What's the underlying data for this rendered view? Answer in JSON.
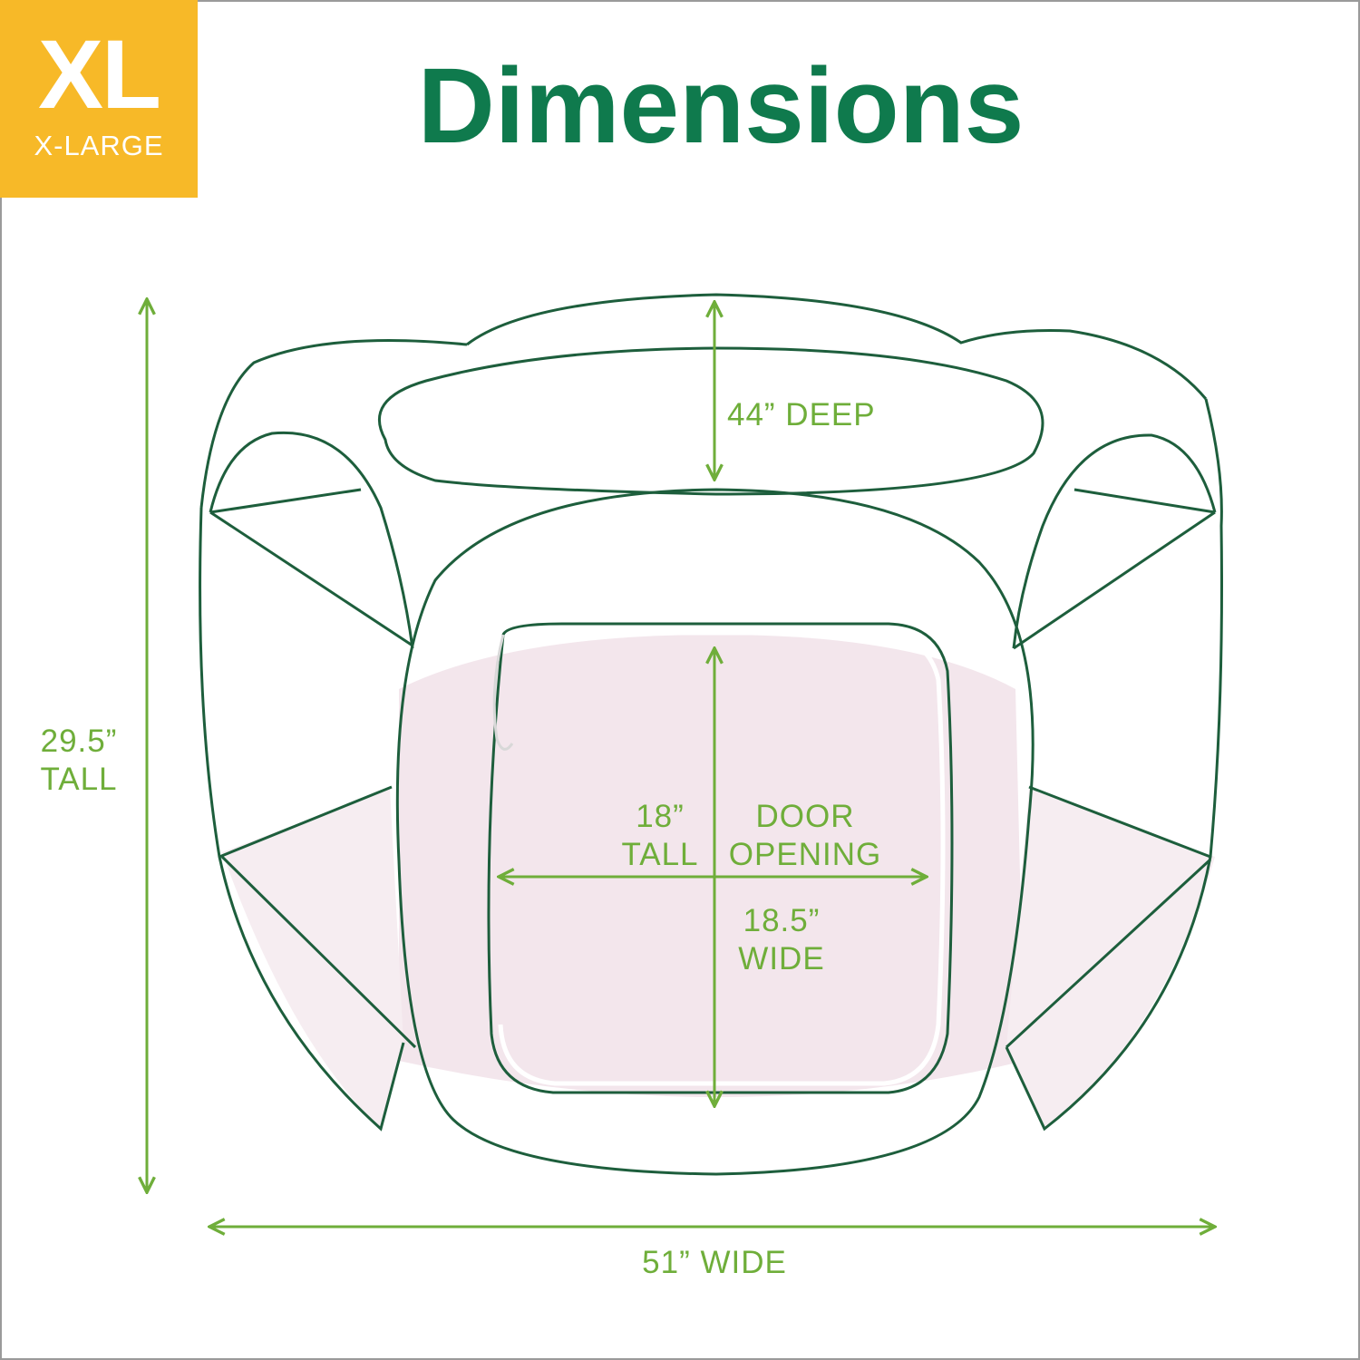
{
  "badge": {
    "size": "XL",
    "subtitle": "X-LARGE"
  },
  "title": "Dimensions",
  "colors": {
    "badge": "#f7b928",
    "title": "#0f7a4d",
    "outline": "#1d5e3c",
    "dimension": "#6fae3a",
    "floor": "#f3e6ec"
  },
  "labels": {
    "height": {
      "value": "29.5”",
      "text": "TALL"
    },
    "depth": "44” DEEP",
    "door_tall": {
      "value": "18”",
      "text": "TALL"
    },
    "door_opening": {
      "line1": "DOOR",
      "line2": "OPENING"
    },
    "door_wide": {
      "value": "18.5”",
      "text": "WIDE"
    },
    "width": "51” WIDE"
  }
}
